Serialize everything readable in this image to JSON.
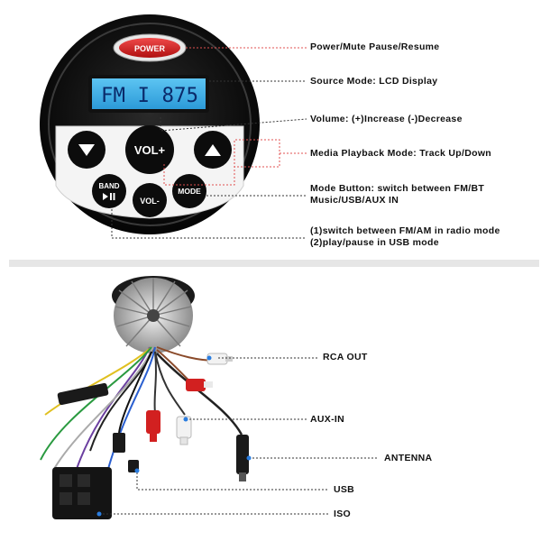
{
  "device": {
    "power_label": "POWER",
    "lcd_text": "FM I 875",
    "vol_up_label": "VOL+",
    "vol_down_label": "VOL-",
    "band_label": "BAND",
    "mode_label": "MODE"
  },
  "callouts_top": [
    "Power/Mute  Pause/Resume",
    "Source Mode: LCD Display",
    "Volume: (+)Increase  (-)Decrease",
    "Media Playback Mode: Track Up/Down",
    "Mode Button: switch between FM/BT",
    "Music/USB/AUX IN",
    "(1)switch between FM/AM in radio mode",
    "(2)play/pause in USB mode"
  ],
  "callouts_bottom": [
    "RCA OUT",
    "AUX-IN",
    "ANTENNA",
    "USB",
    "ISO"
  ],
  "colors": {
    "lcd_bg": "#3ab0e8",
    "lcd_text": "#0a2a6a",
    "power_red": "#d81e1e",
    "leader_red": "#e05050",
    "leader_dark": "#333333"
  }
}
